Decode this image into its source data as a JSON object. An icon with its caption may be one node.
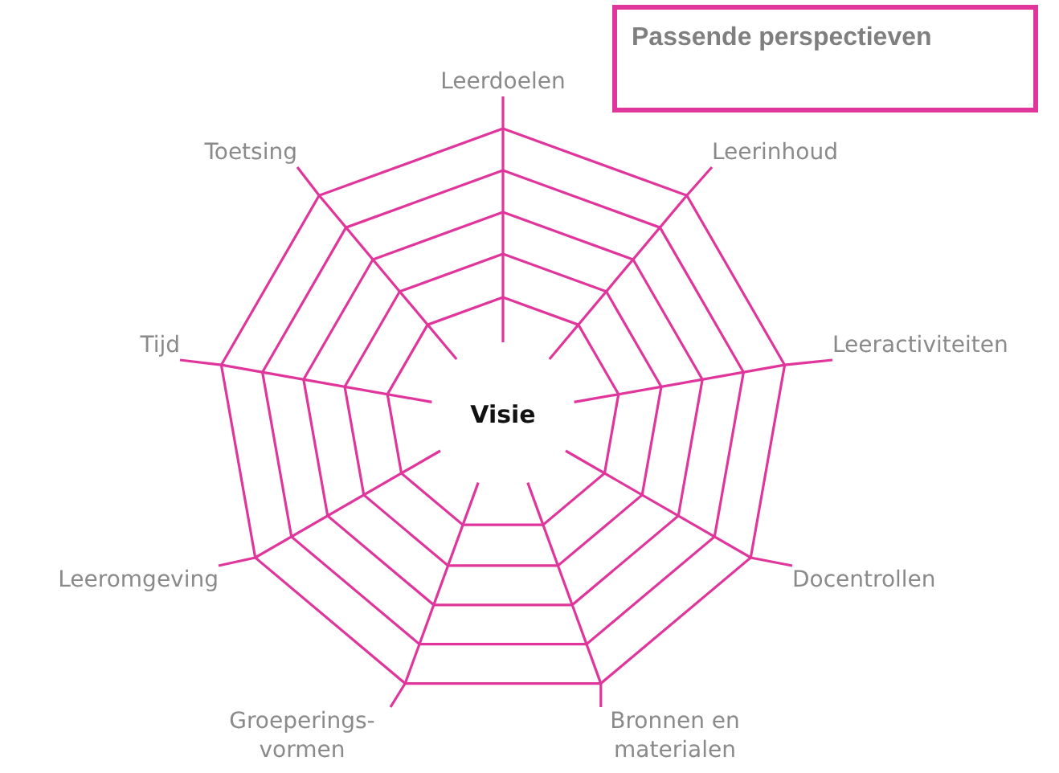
{
  "diagram": {
    "nodes": [
      {
        "text": [
          "Passende perspectieven"
        ]
      },
      {
        "text": [
          "Visie"
        ]
      },
      {
        "text": [
          "Leerdoelen"
        ]
      },
      {
        "text": [
          "Leerinhoud"
        ]
      },
      {
        "text": [
          "Leeractiviteiten"
        ]
      },
      {
        "text": [
          "Docentrollen"
        ]
      },
      {
        "text": [
          "Bronnen en materialen"
        ]
      },
      {
        "text": [
          "Groeperings- vormen"
        ]
      },
      {
        "text": [
          "Leeromgeving"
        ]
      },
      {
        "text": [
          "Tijd"
        ]
      },
      {
        "text": [
          "Toetsing"
        ]
      }
    ],
    "edges": [
      {
        "from": 1,
        "to": 2,
        "arrow": "none"
      },
      {
        "from": 1,
        "to": 3,
        "arrow": "none"
      },
      {
        "from": 1,
        "to": 4,
        "arrow": "none"
      },
      {
        "from": 1,
        "to": 5,
        "arrow": "none"
      },
      {
        "from": 1,
        "to": 6,
        "arrow": "none"
      },
      {
        "from": 1,
        "to": 7,
        "arrow": "none"
      },
      {
        "from": 1,
        "to": 8,
        "arrow": "none"
      },
      {
        "from": 1,
        "to": 9,
        "arrow": "none"
      },
      {
        "from": 1,
        "to": 10,
        "arrow": "none"
      }
    ]
  }
}
